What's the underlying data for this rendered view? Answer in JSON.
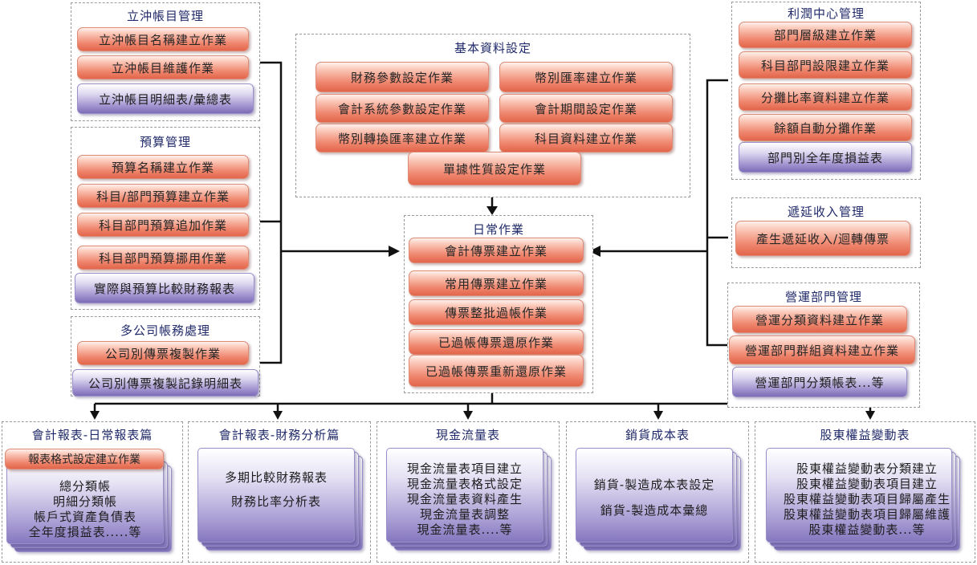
{
  "ledger": {
    "title": "立沖帳目管理",
    "items": [
      "立沖帳目名稱建立作業",
      "立沖帳目維護作業"
    ],
    "report": "立沖帳目明細表/彙總表"
  },
  "budget": {
    "title": "預算管理",
    "items": [
      "預算名稱建立作業",
      "科目/部門預算建立作業",
      "科目部門預算追加作業",
      "科目部門預算挪用作業"
    ],
    "report": "實際與預算比較財務報表"
  },
  "multi_company": {
    "title": "多公司帳務處理",
    "items": [
      "公司別傳票複製作業"
    ],
    "report": "公司別傳票複製記錄明細表"
  },
  "basic": {
    "title": "基本資料設定",
    "left": [
      "財務參數設定作業",
      "會計系統參數設定作業",
      "幣別轉換匯率建立作業"
    ],
    "right": [
      "幣別匯率建立作業",
      "會計期間設定作業",
      "科目資料建立作業"
    ],
    "bottom": "單據性質設定作業"
  },
  "daily": {
    "title": "日常作業",
    "items": [
      "會計傳票建立作業",
      "常用傳票建立作業",
      "傳票整批過帳作業",
      "已過帳傳票還原作業",
      "已過帳傳票重新還原作業"
    ]
  },
  "profit": {
    "title": "利潤中心管理",
    "items": [
      "部門層級建立作業",
      "科目部門設限建立作業",
      "分攤比率資料建立作業",
      "餘額自動分攤作業"
    ],
    "report": "部門別全年度損益表"
  },
  "deferred": {
    "title": "遞延收入管理",
    "items": [
      "產生遞延收入/迴轉傳票"
    ]
  },
  "operating": {
    "title": "營運部門管理",
    "items": [
      "營運分類資料建立作業",
      "營運部門群組資料建立作業"
    ],
    "report": "營運部門分類帳表...等"
  },
  "reports": [
    {
      "title": "會計報表-日常報表篇",
      "header": "報表格式設定建立作業",
      "lines": [
        "總分類帳",
        "明細分類帳",
        "帳戶式資產負債表",
        "全年度損益表.....等"
      ]
    },
    {
      "title": "會計報表-財務分析篇",
      "lines": [
        "多期比較財務報表",
        "財務比率分析表"
      ]
    },
    {
      "title": "現金流量表",
      "lines": [
        "現金流量表項目建立",
        "現金流量表格式設定",
        "現金流量表資料產生",
        "現金流量表調整",
        "現金流量表....等"
      ]
    },
    {
      "title": "銷貨成本表",
      "lines": [
        "銷貨-製造成本表設定",
        "銷貨-製造成本彙總"
      ]
    },
    {
      "title": "股東權益變動表",
      "lines": [
        "股東權益變動表分類建立",
        "股東權益變動表項目建立",
        "股東權益變動表項目歸屬產生",
        "股東權益變動表項目歸屬維護",
        "股東權益變動表...等"
      ]
    }
  ]
}
